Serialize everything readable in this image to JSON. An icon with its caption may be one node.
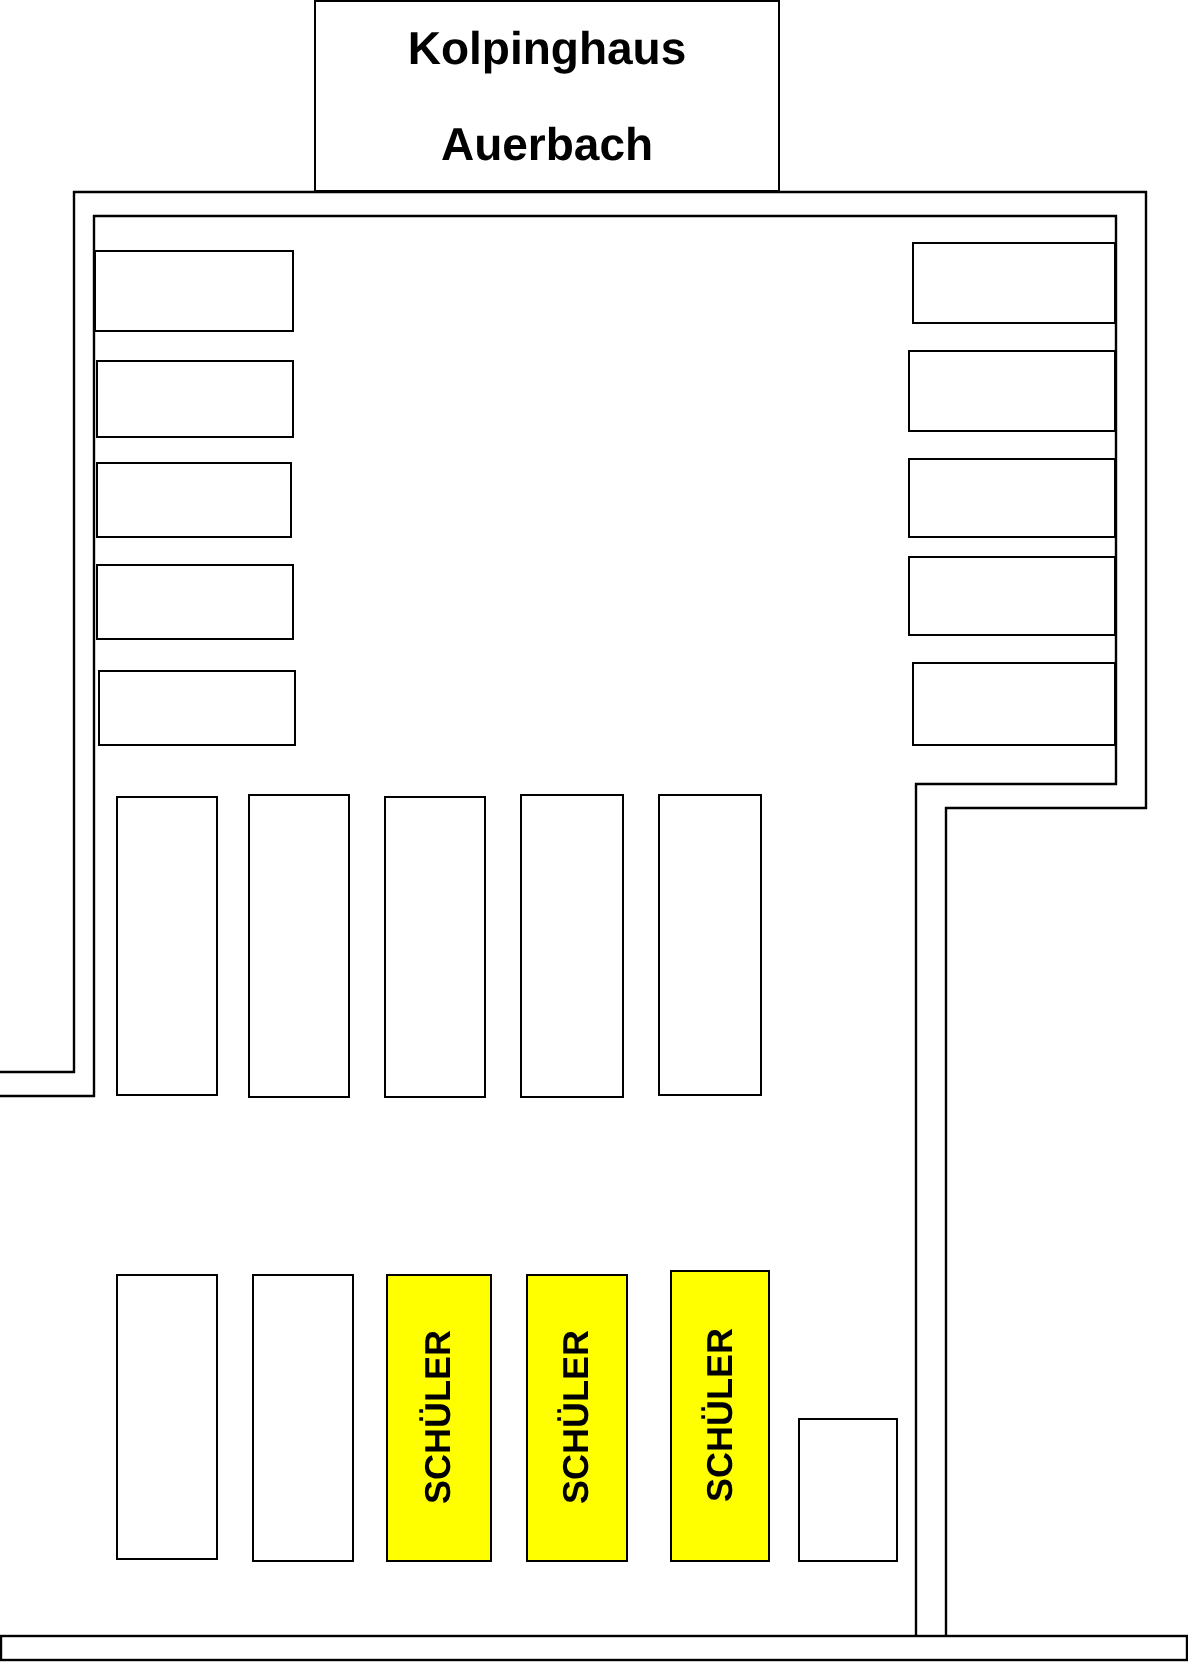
{
  "diagram": {
    "nodes": [
      {
        "text": [
          "Kolpinghaus Auerbach"
        ]
      },
      {
        "text": [],
        "shape": "box"
      },
      {
        "text": [],
        "shape": "box"
      },
      {
        "text": [],
        "shape": "box"
      },
      {
        "text": [],
        "shape": "box"
      },
      {
        "text": [],
        "shape": "box"
      },
      {
        "text": [],
        "shape": "box"
      },
      {
        "text": [],
        "shape": "box"
      },
      {
        "text": [],
        "shape": "box"
      },
      {
        "text": [],
        "shape": "box"
      },
      {
        "text": [],
        "shape": "box"
      },
      {
        "text": [],
        "shape": "box"
      },
      {
        "text": [],
        "shape": "box"
      },
      {
        "text": [],
        "shape": "box"
      },
      {
        "text": [],
        "shape": "box"
      },
      {
        "text": [],
        "shape": "box"
      },
      {
        "text": [],
        "shape": "box"
      },
      {
        "text": [],
        "shape": "box"
      },
      {
        "text": [
          "SCHÜLER"
        ]
      },
      {
        "text": [
          "SCHÜLER"
        ]
      },
      {
        "text": [
          "SCHÜLER"
        ]
      },
      {
        "text": [],
        "shape": "box"
      }
    ]
  }
}
